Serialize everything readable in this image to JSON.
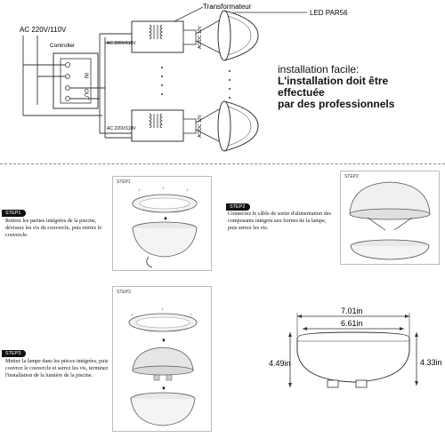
{
  "wiring": {
    "power_label": "AC 220V/110V",
    "controller_label": "Controller",
    "controller_in": "IN",
    "controller_out": "OUT",
    "transformer_label": "Transformateur",
    "led_label": "LED PAR56",
    "transformer_input": "AC 220V/110V",
    "transformer_output": "AC/DC 12V"
  },
  "installation": {
    "line1": "installation facile:",
    "line2": "L'installation doit être effectuée",
    "line3": "par des professionnels"
  },
  "steps": [
    {
      "tag": "STEP1",
      "frame_label": "STEP1",
      "text": "Retirez les parties intégrées de la piscine, dévissez les vis du couvercle, puis retirez le couvercle."
    },
    {
      "tag": "STEP2",
      "frame_label": "STEP2",
      "text": "Connectez le câble de sortie d'alimentation des composants intégrés aux bornes de la lampe, puis serrez les vis."
    },
    {
      "tag": "STEP3",
      "frame_label": "STEP3",
      "text": "Mettez la lampe dans les pièces intégrées, puis couvrez le couvercle et serrez les vis, terminez l'installation de la lumière de la piscine."
    }
  ],
  "dimensions": {
    "width_outer": "7.01in",
    "width_inner": "6.61in",
    "height_left": "4.49in",
    "height_right": "4.33in"
  },
  "colors": {
    "line": "#333333",
    "tag_bg": "#111111",
    "divider": "#888888"
  }
}
